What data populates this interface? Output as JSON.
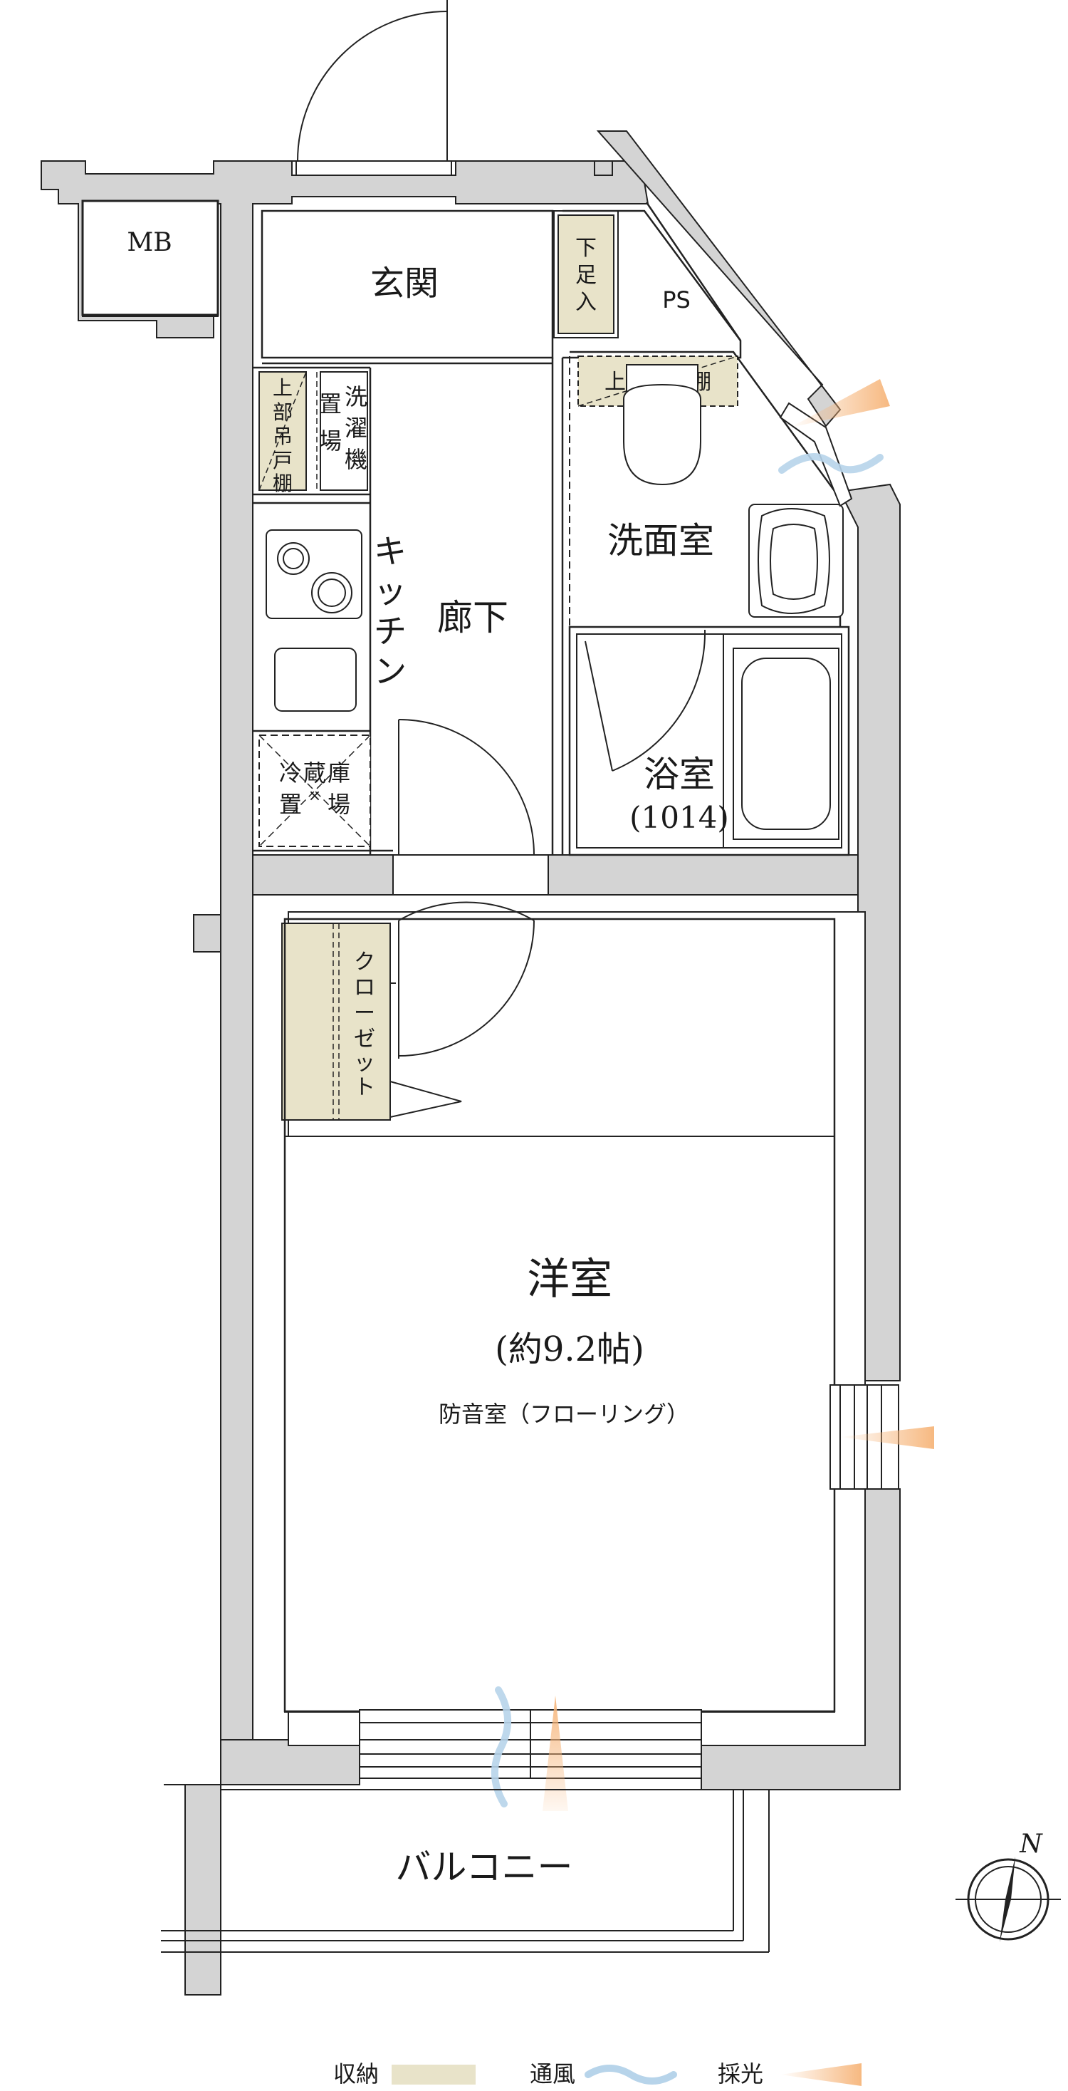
{
  "rooms": {
    "mb": "MB",
    "entrance": "玄関",
    "shoe_storage": [
      "下",
      "足",
      "入"
    ],
    "ps": "PS",
    "upper_cabinet_top": "上部吊戸棚",
    "upper_cabinet_side": [
      "上",
      "部",
      "吊",
      "戸",
      "棚"
    ],
    "washer_area_col1": [
      "洗",
      "濯",
      "機"
    ],
    "washer_area_col2": [
      "置",
      "場"
    ],
    "kitchen": [
      "キ",
      "ッ",
      "チ",
      "ン"
    ],
    "hallway": "廊下",
    "washroom": "洗面室",
    "bathroom": "浴室",
    "bathroom_size": "(1014)",
    "fridge_col1": [
      "冷",
      "置"
    ],
    "fridge_col2": [
      "蔵",
      "×"
    ],
    "fridge_col3": [
      "庫",
      "場"
    ],
    "closet": [
      "ク",
      "ロ",
      "ー",
      "ゼ",
      "ッ",
      "ト"
    ],
    "western_room": "洋室",
    "western_room_size": "(約9.2帖)",
    "western_room_note": "防音室（フローリング）",
    "balcony": "バルコニー"
  },
  "compass": {
    "north": "N"
  },
  "legend": [
    {
      "label": "収納",
      "type": "storage"
    },
    {
      "label": "通風",
      "type": "ventilation"
    },
    {
      "label": "採光",
      "type": "daylight"
    }
  ],
  "colors": {
    "wall": "#d4d4d4",
    "line": "#222222",
    "storage": "#e8e3c9",
    "ventilation": "#b7d4ea",
    "daylight": "#f6b57a"
  }
}
